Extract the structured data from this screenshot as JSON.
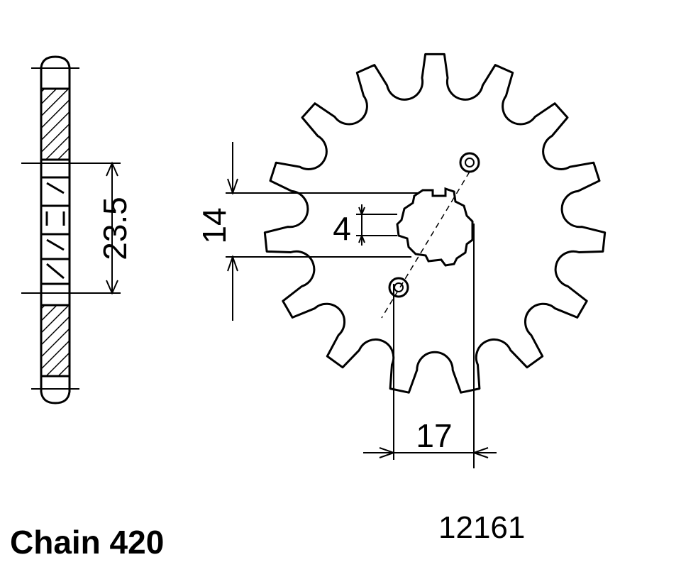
{
  "diagram": {
    "side_view": {
      "dimension_label": "23.5"
    },
    "front_view": {
      "tooth_count": 15,
      "dimensions": {
        "height": "14",
        "slot": "4",
        "width": "17"
      }
    },
    "chain_label": "Chain 420",
    "part_number": "12161"
  }
}
